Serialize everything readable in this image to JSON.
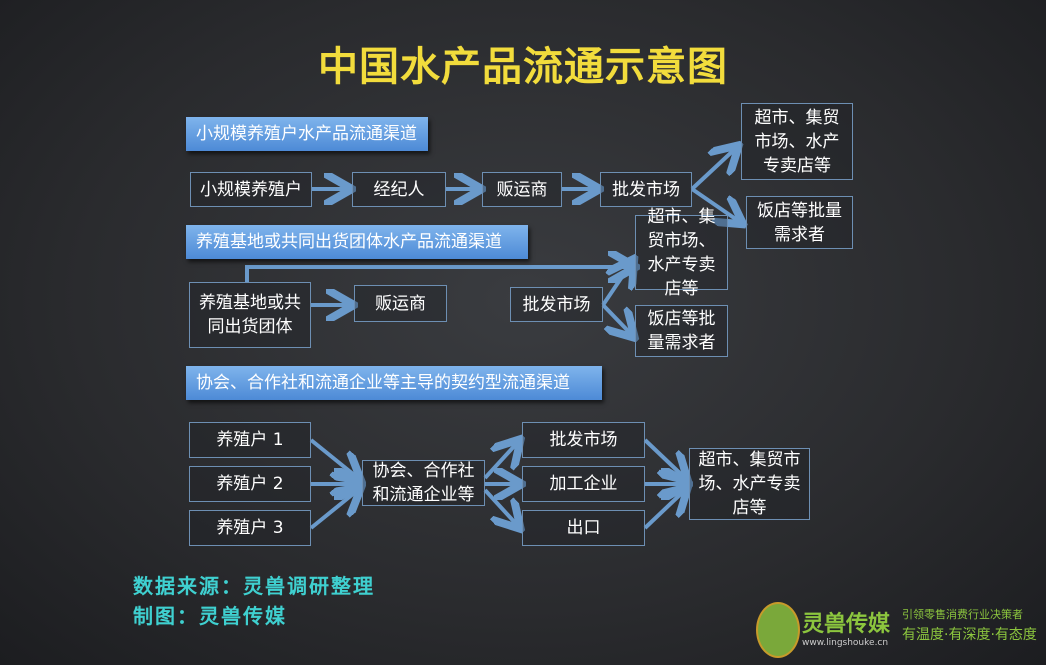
{
  "title": "中国水产品流通示意图",
  "channel1": {
    "label": "小规模养殖户水产品流通渠道",
    "nodes": [
      "小规模养殖户",
      "经纪人",
      "贩运商",
      "批发市场"
    ],
    "out1": "超市、集贸市场、水产专卖店等",
    "out2": "饭店等批量需求者"
  },
  "channel2": {
    "label": "养殖基地或共同出货团体水产品流通渠道",
    "source": "养殖基地或共同出货团体",
    "trader": "贩运商",
    "market": "批发市场",
    "out1": "超市、集贸市场、水产专卖店等",
    "out2": "饭店等批量需求者"
  },
  "channel3": {
    "label": "协会、合作社和流通企业等主导的契约型流通渠道",
    "farmers": [
      "养殖户 1",
      "养殖户 2",
      "养殖户 3"
    ],
    "hub": "协会、合作社和流通企业等",
    "mids": [
      "批发市场",
      "加工企业",
      "出口"
    ],
    "out": "超市、集贸市场、水产专卖店等"
  },
  "footer": {
    "source": "数据来源：灵兽调研整理",
    "maker": "制图：灵兽传媒"
  },
  "logo": {
    "name": "灵兽传媒",
    "url": "www.lingshouke.cn",
    "slogan": "引领零售消费行业决策者",
    "slogan2": "有温度·有深度·有态度"
  },
  "colors": {
    "title": "#f2dc3c",
    "banner": "#5d97dd",
    "arrow": "#6a9acb",
    "footer": "#3fd0d0"
  }
}
